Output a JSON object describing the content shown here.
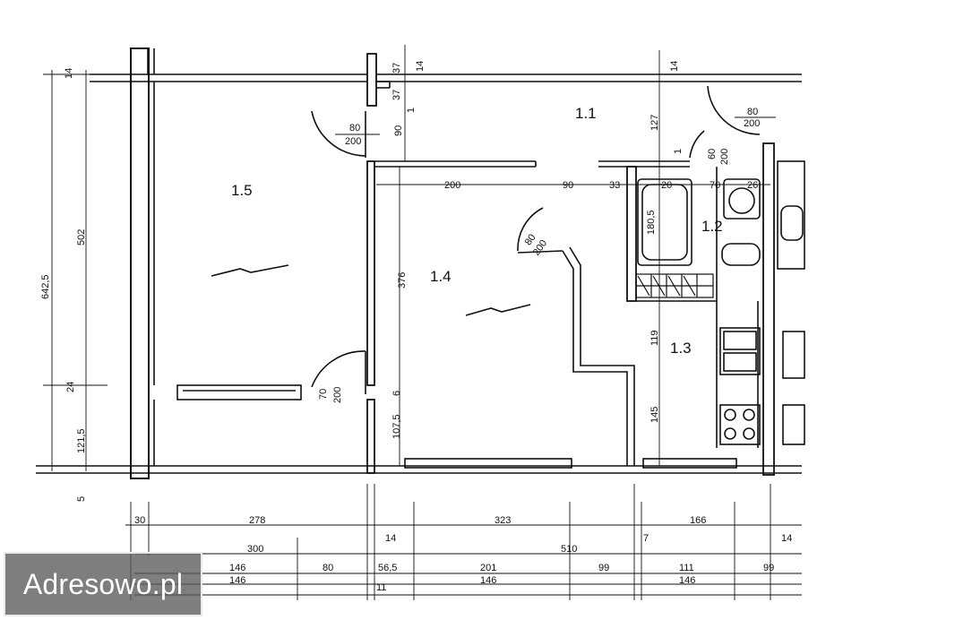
{
  "rooms": {
    "r11": "1.1",
    "r12": "1.2",
    "r13": "1.3",
    "r14": "1.4",
    "r15": "1.5"
  },
  "doors": {
    "d1_w": "80",
    "d1_h": "200",
    "d2_w": "80",
    "d2_h": "200",
    "d3_w": "60",
    "d3_h": "200",
    "d4_w": "80",
    "d4_h": "200",
    "d5_w": "70",
    "d5_h": "200"
  },
  "inner_dims": {
    "w200": "200",
    "w90": "90",
    "w33": "33",
    "w70": "70",
    "w26": "26",
    "h376": "376",
    "h90": "90",
    "h127": "127",
    "h119": "119",
    "h145": "145",
    "h107": "107,5",
    "h6": "6",
    "bath_len": "180,5",
    "n1": "1",
    "n20": "20"
  },
  "left_dims": {
    "total": "642,5",
    "h502": "502",
    "h24": "24",
    "h121": "121,5",
    "h5": "5",
    "h14": "14",
    "top37a": "37",
    "top37b": "37",
    "top14": "14",
    "top14b": "14",
    "top1": "1"
  },
  "bottom_dims": {
    "row1": [
      "30",
      "278",
      "323",
      "166"
    ],
    "row2": [
      "300",
      "510"
    ],
    "row3": [
      "146",
      "80",
      "56,5",
      "201",
      "99",
      "111",
      "99"
    ],
    "row4": [
      "146",
      "146",
      "146"
    ],
    "small": [
      "14",
      "7",
      "14",
      "11"
    ]
  },
  "watermark": "Adresowo.pl"
}
